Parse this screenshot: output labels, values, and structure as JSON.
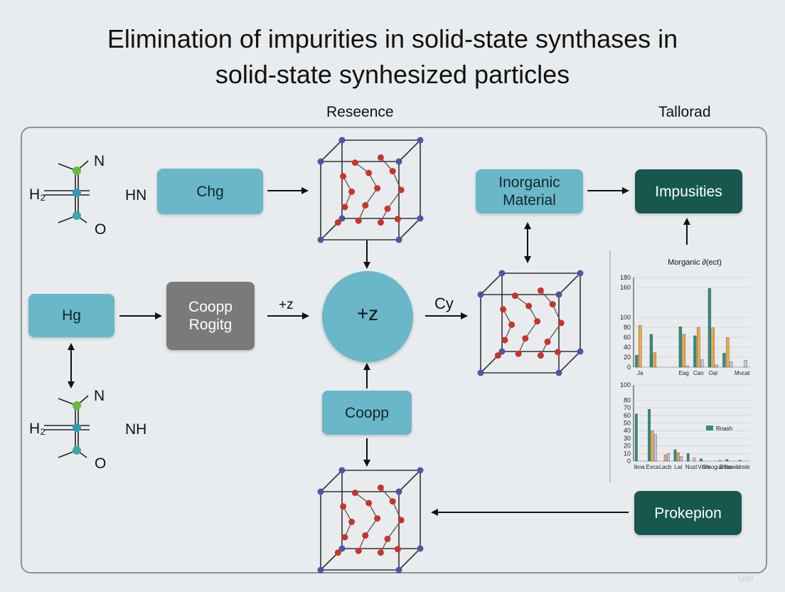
{
  "title_line1": "Elimination of impurities in solid-state synthases in",
  "title_line2": "solid-state synhesized particles",
  "caption_left": "Reseence",
  "caption_right": "Tallorad",
  "boxes": {
    "chg": "Chg",
    "hg": "Hg",
    "coopp_rogitg": "Coopp\nRogitg",
    "coopp": "Coopp",
    "inorganic": "Inorganic\nMaterial",
    "impusities": "Impusities",
    "prokepion": "Prokepion"
  },
  "circle_label": "+z",
  "arrow_label_z": "+z",
  "arrow_label_cy": "Cy",
  "molecule_top": {
    "n": "N",
    "h2": "H₂",
    "o": "O",
    "side": "HN"
  },
  "molecule_bottom": {
    "n": "N",
    "h2": "H₂",
    "o": "O",
    "side": "NH"
  },
  "chart_data": [
    {
      "type": "bar",
      "title": "Morganic ∂(ect)",
      "categories": [
        "Ja",
        "",
        "",
        "Eag",
        "Can",
        "Oal",
        "",
        "Mvcat"
      ],
      "series": [
        {
          "values": [
            24,
            66,
            0,
            81,
            63,
            158,
            28,
            0
          ]
        },
        {
          "values": [
            84,
            29,
            0,
            66,
            80,
            79,
            59,
            0
          ]
        },
        {
          "values": [
            0,
            0,
            0,
            3,
            15,
            5,
            11,
            14
          ]
        }
      ],
      "yticks": [
        0,
        20,
        40,
        60,
        80,
        100,
        160,
        180
      ],
      "ylim": [
        0,
        180
      ]
    },
    {
      "type": "bar",
      "legend": "Rnash",
      "categories": [
        "Ikna",
        "Exca",
        "Lacb",
        "Lat",
        "Nust",
        "Vmls",
        "Gmoguesas",
        "D'fissest",
        "Lnste"
      ],
      "series": [
        {
          "values": [
            62,
            68,
            0,
            15,
            10,
            3,
            0,
            2,
            1
          ]
        },
        {
          "values": [
            0,
            40,
            8,
            11,
            0,
            0,
            0,
            0,
            0
          ]
        },
        {
          "values": [
            0,
            35,
            10,
            6,
            4,
            0,
            1,
            0,
            0
          ]
        }
      ],
      "yticks": [
        0,
        10,
        20,
        30,
        40,
        50,
        60,
        70,
        80,
        100
      ],
      "ylim": [
        0,
        100
      ]
    }
  ],
  "watermark": "Gild",
  "colors": {
    "teal_box": "#6ab7c9",
    "dark_box": "#17574e",
    "gray_box": "#7a7a7a",
    "bar_teal": "#2f8f7f",
    "bar_orange": "#f2a93b",
    "bar_lilac": "#c9c2e8"
  }
}
